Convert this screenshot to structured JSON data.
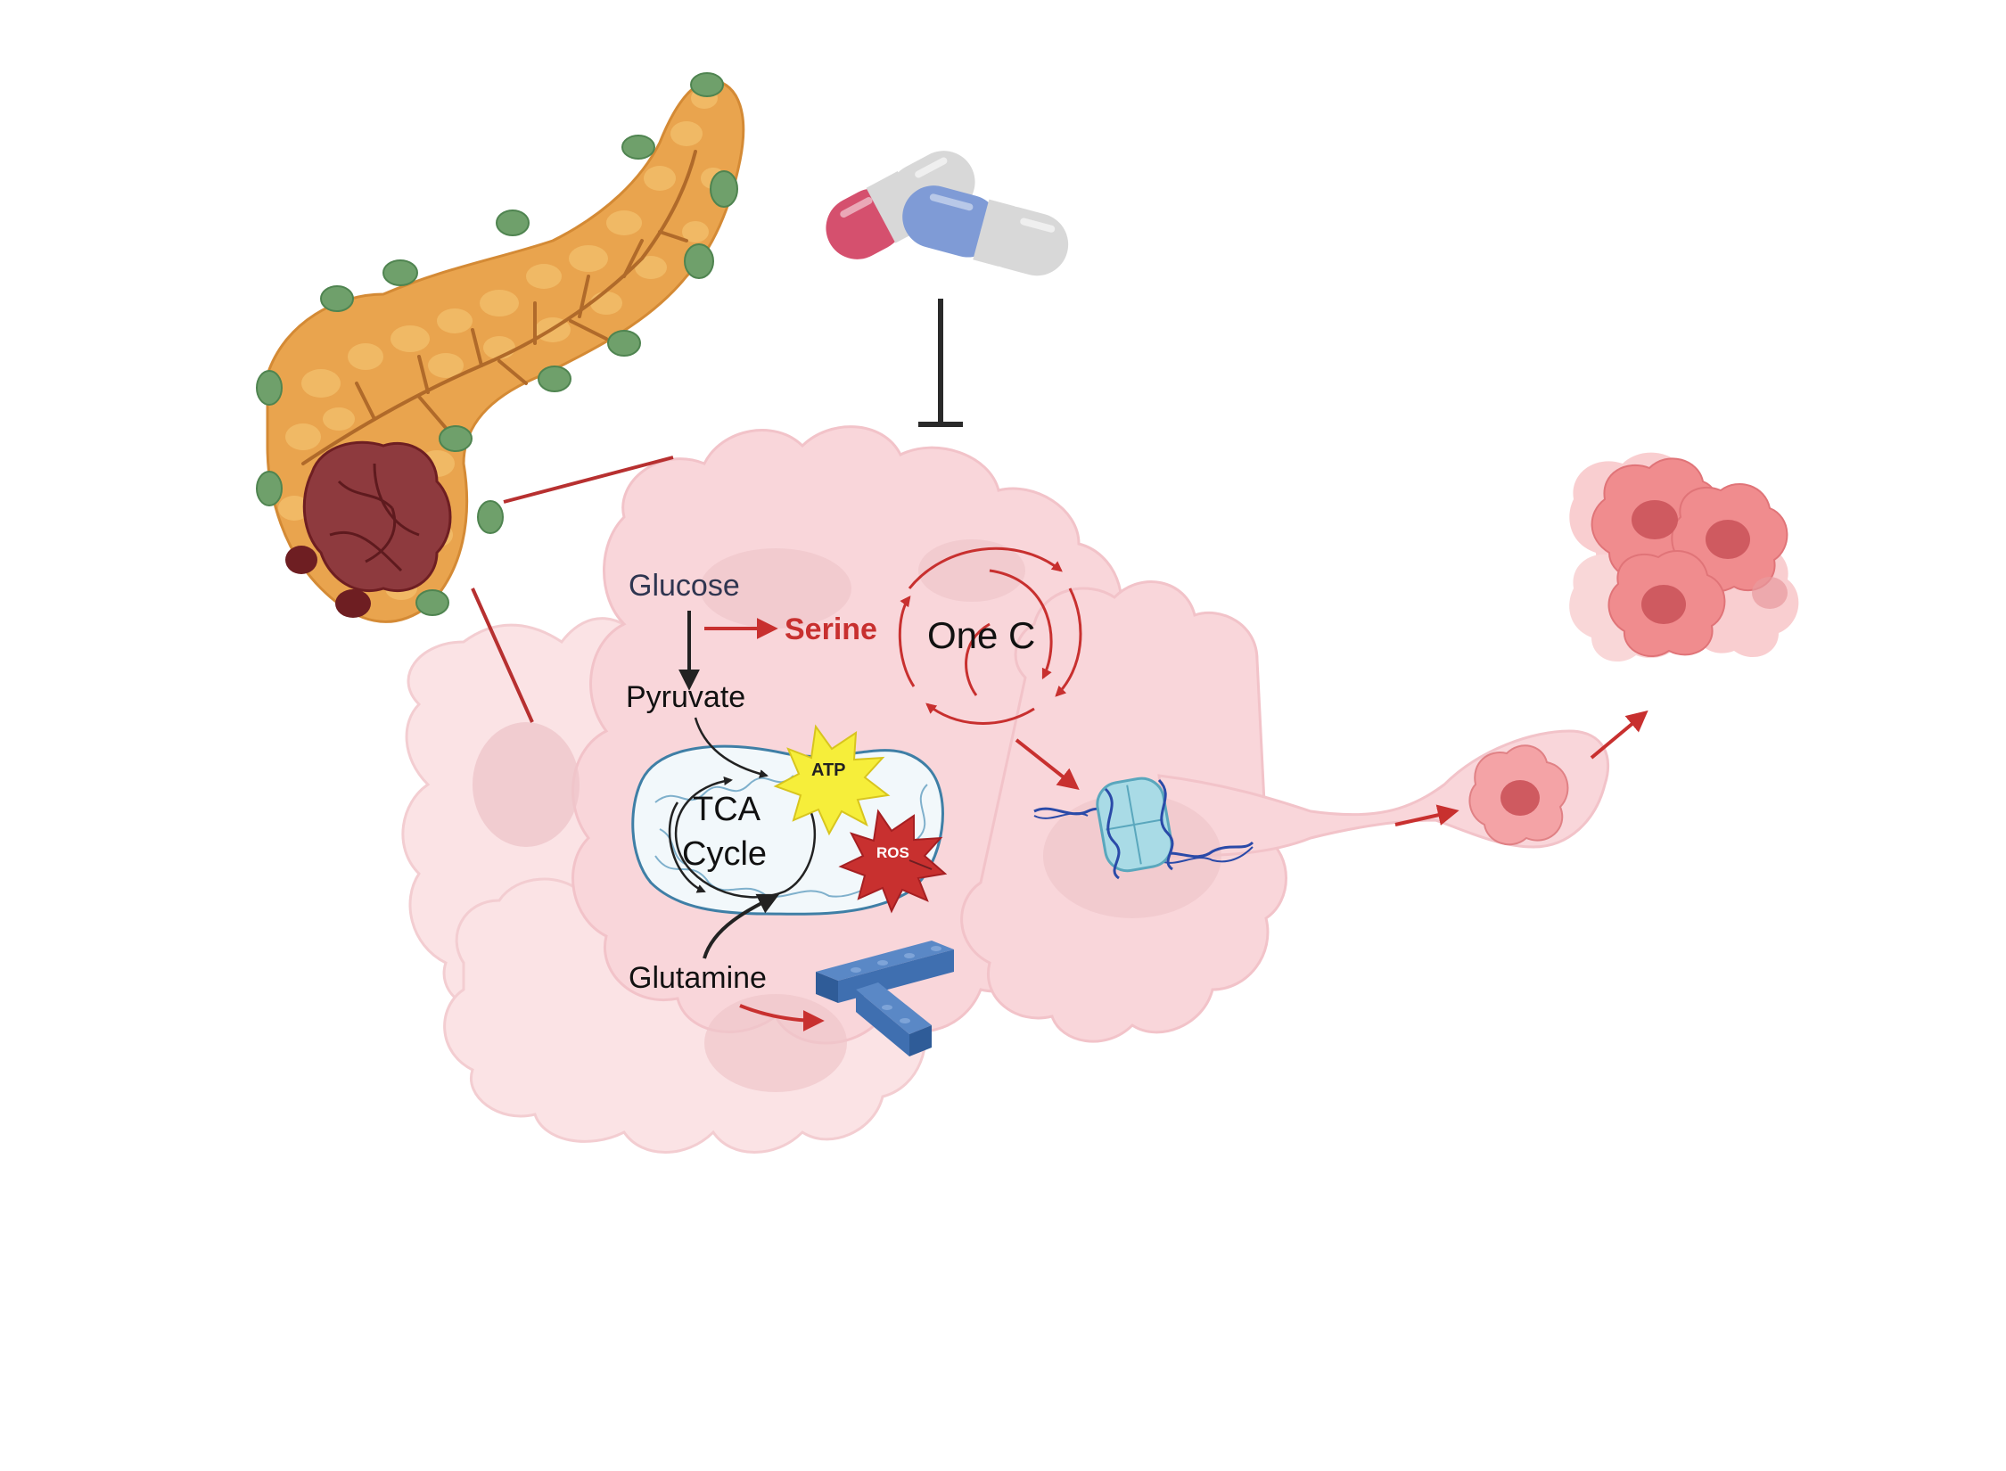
{
  "labels": {
    "glucose": "Glucose",
    "serine": "Serine",
    "one_c": "One C",
    "pyruvate": "Pyruvate",
    "tca_line1": "TCA",
    "tca_line2": "Cycle",
    "atp": "ATP",
    "ros": "ROS",
    "glutamine": "Glutamine"
  },
  "colors": {
    "cell": "#f9d9dc",
    "cell_edge": "#f3c7cc",
    "nucleus": "#ecc0c5",
    "pancreas": "#e9a44e",
    "pancreas_lobule": "#f2be6e",
    "duct": "#b5712e",
    "islet": "#6fa06b",
    "tumor": "#8e3a3e",
    "tumor_dark": "#6e1e22",
    "red_arrow": "#c8302f",
    "black_arrow": "#222222",
    "mito_edge": "#3f7fa6",
    "mito_fill": "#f2f8fb",
    "atp_star": "#f6ee3a",
    "ros_star": "#c8302f",
    "serine_text": "#c8302f",
    "glucose_text": "#2f3550",
    "block": "#3f6fb0",
    "capsule_red": "#d5506e",
    "capsule_blue": "#7f9bd6",
    "capsule_grey": "#d8d8d8",
    "metastatic_cell": "#f08c8e",
    "metastatic_nucleus": "#cf5a60"
  }
}
